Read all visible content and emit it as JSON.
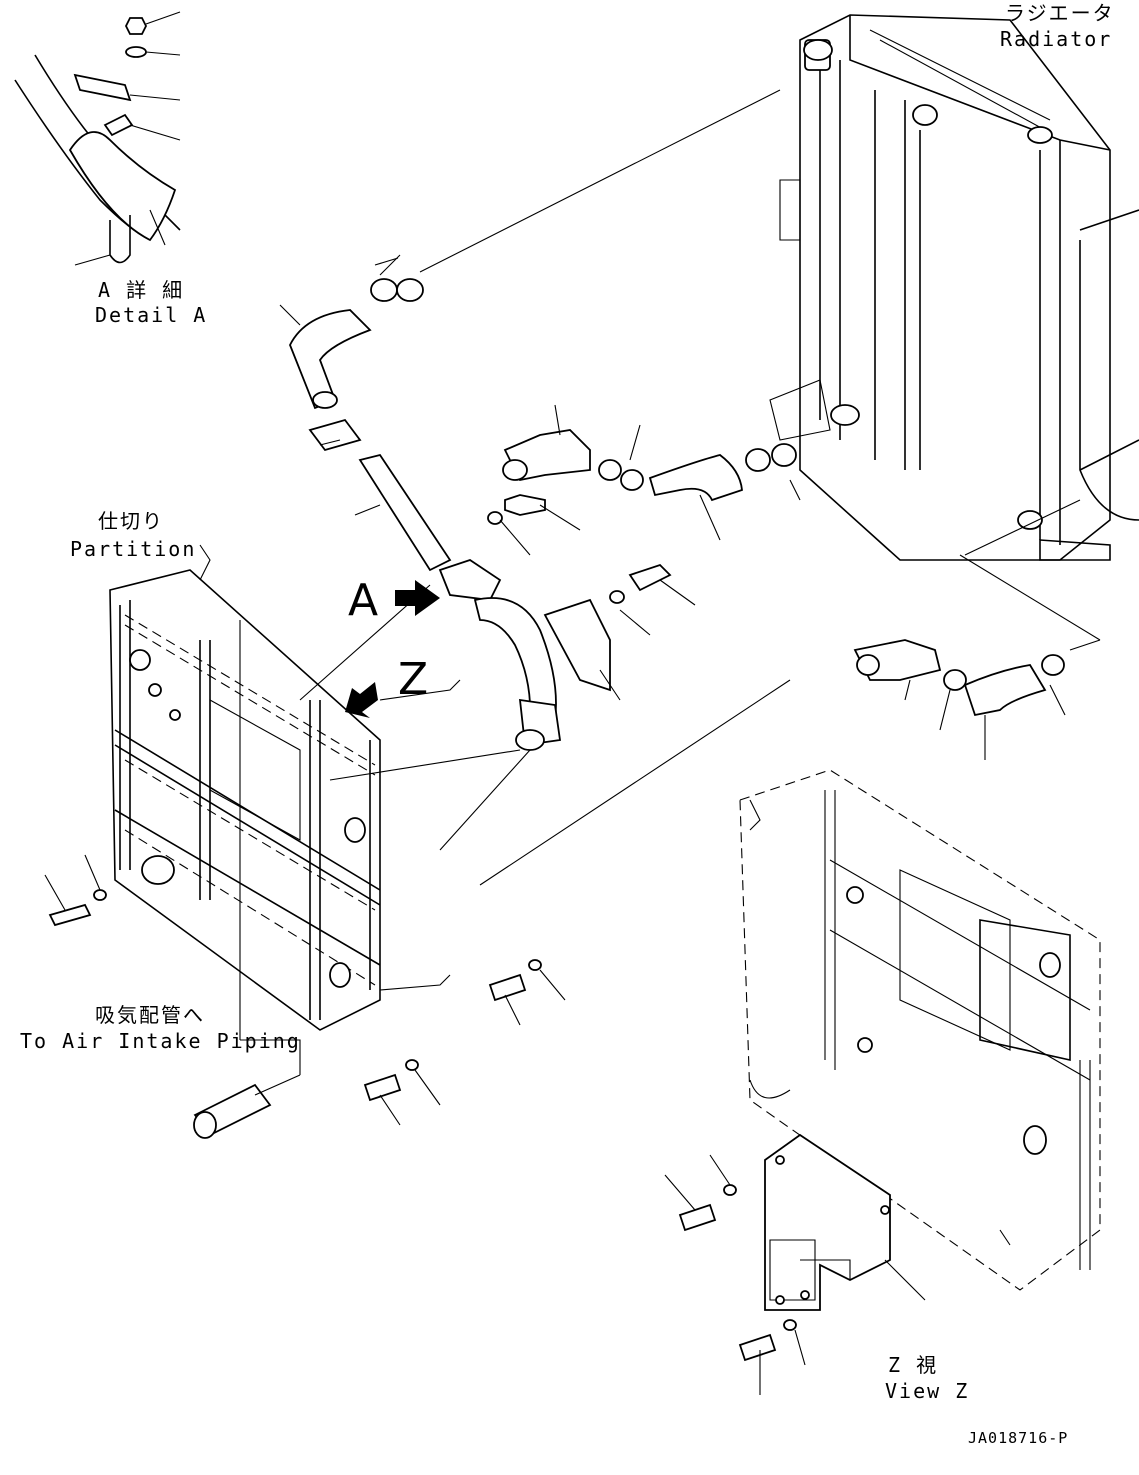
{
  "labels": {
    "radiator_jp": "ラジエータ",
    "radiator_en": "Radiator",
    "detail_a_jp": "A 詳 細",
    "detail_a_en": "Detail A",
    "partition_jp": "仕切り",
    "partition_en": "Partition",
    "view_z_jp": "Z 視",
    "view_z_en": "View Z",
    "air_intake_jp": "吸気配管へ",
    "air_intake_en": "To Air Intake Piping",
    "marker_a": "A",
    "marker_z": "Z",
    "drawing_number": "JA018716-P"
  }
}
